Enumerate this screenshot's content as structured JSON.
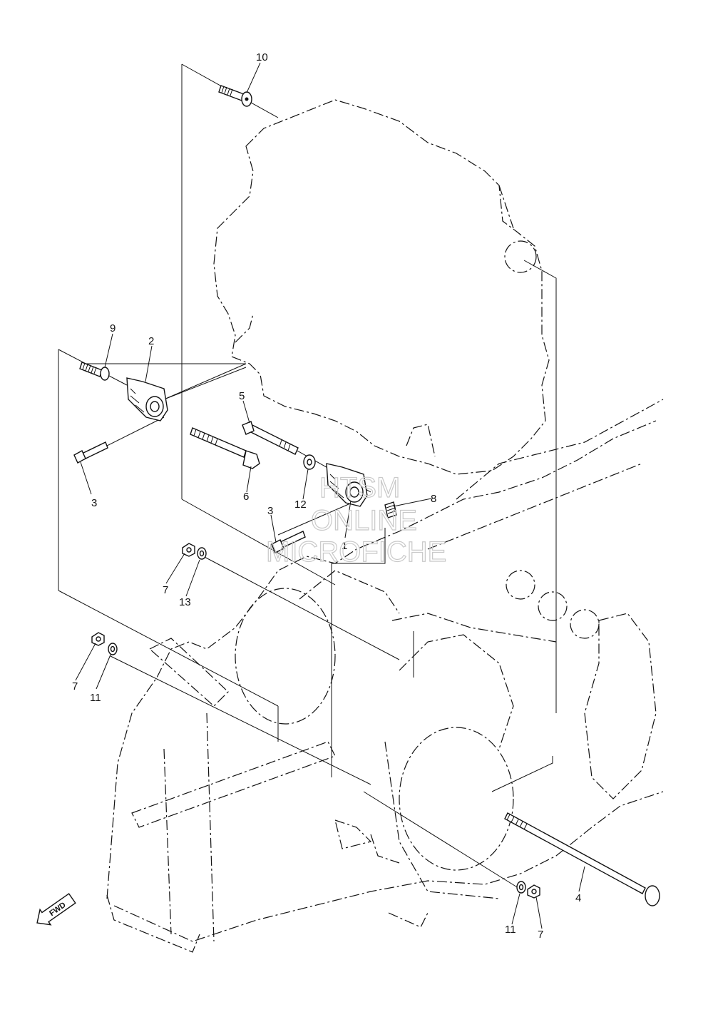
{
  "callouts": [
    {
      "id": "c10",
      "text": "10"
    },
    {
      "id": "c9",
      "text": "9"
    },
    {
      "id": "c2",
      "text": "2"
    },
    {
      "id": "c5",
      "text": "5"
    },
    {
      "id": "c3a",
      "text": "3"
    },
    {
      "id": "c6",
      "text": "6"
    },
    {
      "id": "c12",
      "text": "12"
    },
    {
      "id": "c8",
      "text": "8"
    },
    {
      "id": "c3b",
      "text": "3"
    },
    {
      "id": "c1",
      "text": "1"
    },
    {
      "id": "c7a",
      "text": "7"
    },
    {
      "id": "c13",
      "text": "13"
    },
    {
      "id": "c7b",
      "text": "7"
    },
    {
      "id": "c11a",
      "text": "11"
    },
    {
      "id": "c4",
      "text": "4"
    },
    {
      "id": "c11b",
      "text": "11"
    },
    {
      "id": "c7c",
      "text": "7"
    }
  ],
  "watermark": {
    "line1": "HTSM",
    "line2": "ONLINE",
    "line3": "MICROFICHE"
  },
  "fwd_badge": "FWD"
}
